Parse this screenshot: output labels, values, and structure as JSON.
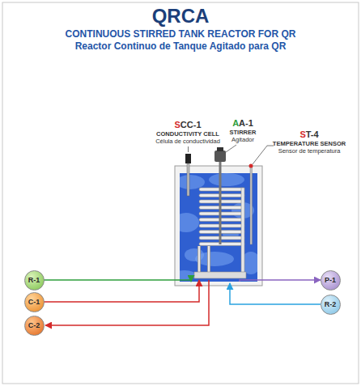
{
  "diagram": {
    "title": "QRCA",
    "nodes": [
      {
        "text": [
          "R-1"
        ]
      },
      {
        "text": [
          "C-1"
        ]
      },
      {
        "text": [
          "C-2"
        ]
      },
      {
        "text": [
          "P-1"
        ]
      },
      {
        "text": [
          "R-2"
        ]
      }
    ],
    "labels": [
      "CONTINUOUS STIRRED TANK REACTOR FOR QR",
      "Reactor Continuo de Tanque Agitado para QR",
      "SCC-1",
      "CONDUCTIVITY CELL",
      "Célula de conductividad",
      "AA-1",
      "STIRRER",
      "Agitador",
      "ST-4",
      "TEMPERATURE SENSOR",
      "Sensor de temperatura"
    ]
  }
}
